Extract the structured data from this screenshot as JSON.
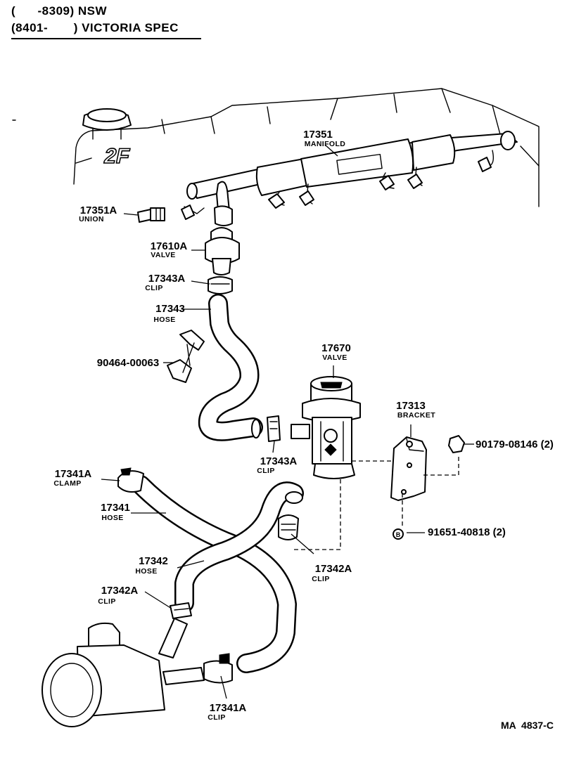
{
  "header": {
    "line1": "(      -8309) NSW",
    "line2": "(8401-       ) VICTORIA SPEC"
  },
  "engine": {
    "badge": "2F"
  },
  "parts": [
    {
      "key": "manifold",
      "number": "17351",
      "name": "MANIFOLD"
    },
    {
      "key": "union",
      "number": "17351A",
      "name": "UNION"
    },
    {
      "key": "valve1",
      "number": "17610A",
      "name": "VALVE"
    },
    {
      "key": "clip1",
      "number": "17343A",
      "name": "CLIP"
    },
    {
      "key": "hose1",
      "number": "17343",
      "name": "HOSE"
    },
    {
      "key": "clamp_part",
      "number": "90464-00063",
      "name": ""
    },
    {
      "key": "valve2",
      "number": "17670",
      "name": "VALVE"
    },
    {
      "key": "bracket",
      "number": "17313",
      "name": "BRACKET"
    },
    {
      "key": "nut",
      "number": "90179-08146 (2)",
      "name": ""
    },
    {
      "key": "clip2",
      "number": "17343A",
      "name": "CLIP"
    },
    {
      "key": "clamp",
      "number": "17341A",
      "name": "CLAMP"
    },
    {
      "key": "hose2",
      "number": "17341",
      "name": "HOSE"
    },
    {
      "key": "bolt",
      "number": "91651-40818 (2)",
      "name": ""
    },
    {
      "key": "hose3",
      "number": "17342",
      "name": "HOSE"
    },
    {
      "key": "clip3",
      "number": "17342A",
      "name": "CLIP"
    },
    {
      "key": "clip4",
      "number": "17342A",
      "name": "CLIP"
    },
    {
      "key": "clip5",
      "number": "17341A",
      "name": "CLIP"
    }
  ],
  "doc_code": "MA  4837-C"
}
